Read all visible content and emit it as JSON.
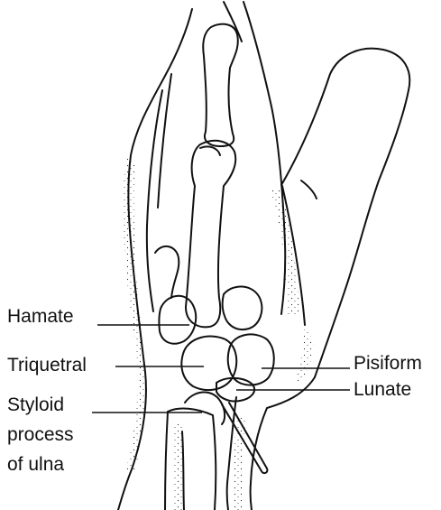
{
  "labels": {
    "hamate": "Hamate",
    "triquetral": "Triquetral",
    "styloid_line1": "Styloid",
    "styloid_line2": "process",
    "styloid_line3": "of ulna",
    "pisiform": "Pisiform",
    "lunate": "Lunate"
  },
  "colors": {
    "ink": "#111111",
    "paper": "#ffffff"
  }
}
